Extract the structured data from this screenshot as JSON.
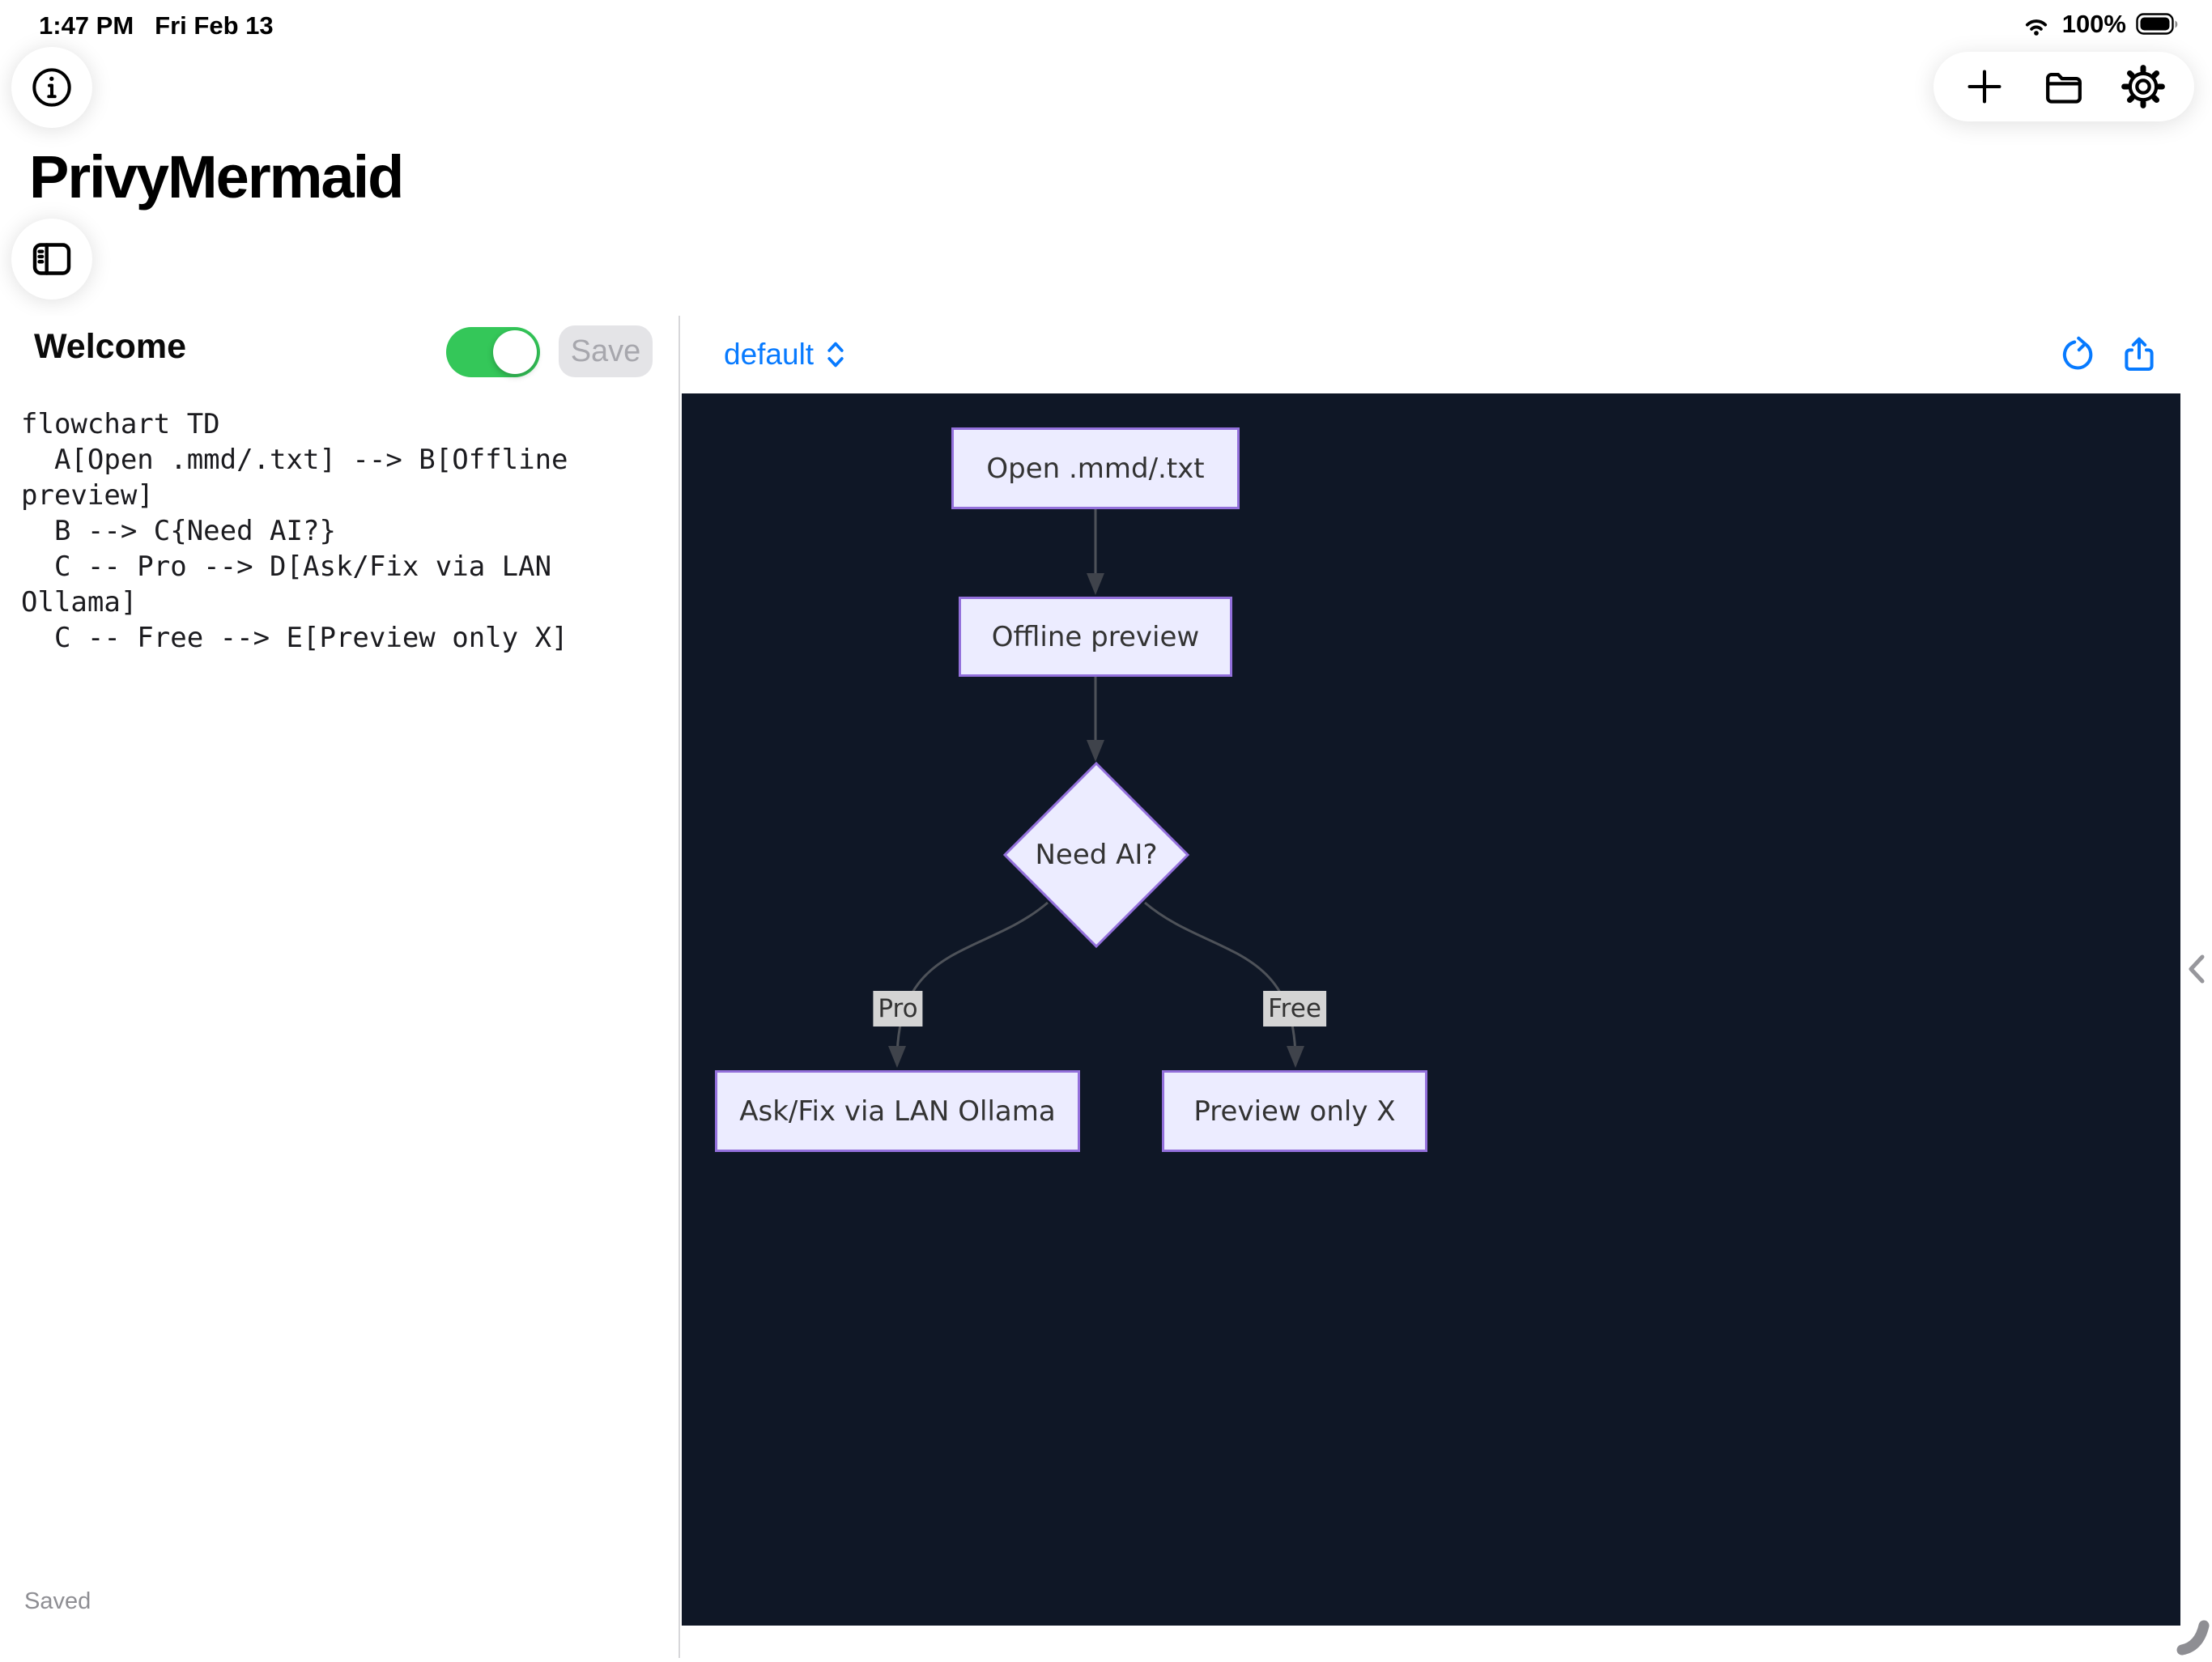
{
  "status_bar": {
    "time": "1:47 PM",
    "date": "Fri Feb 13",
    "battery_percent": "100%"
  },
  "header": {
    "app_title": "PrivyMermaid"
  },
  "document": {
    "title": "Welcome",
    "autosave_toggle_on": true,
    "save_label": "Save",
    "status": "Saved"
  },
  "editor": {
    "code": "flowchart TD\n  A[Open .mmd/.txt] --> B[Offline preview]\n  B --> C{Need AI?}\n  C -- Pro --> D[Ask/Fix via LAN Ollama]\n  C -- Free --> E[Preview only X]"
  },
  "preview": {
    "theme": "default"
  },
  "diagram": {
    "direction": "TD",
    "nodes": [
      {
        "id": "A",
        "shape": "rect",
        "label": "Open .mmd/.txt"
      },
      {
        "id": "B",
        "shape": "rect",
        "label": "Offline preview"
      },
      {
        "id": "C",
        "shape": "diamond",
        "label": "Need AI?"
      },
      {
        "id": "D",
        "shape": "rect",
        "label": "Ask/Fix via LAN Ollama"
      },
      {
        "id": "E",
        "shape": "rect",
        "label": "Preview only X"
      }
    ],
    "edges": [
      {
        "from": "A",
        "to": "B",
        "label": ""
      },
      {
        "from": "B",
        "to": "C",
        "label": ""
      },
      {
        "from": "C",
        "to": "D",
        "label": "Pro"
      },
      {
        "from": "C",
        "to": "E",
        "label": "Free"
      }
    ]
  },
  "colors": {
    "accent_blue": "#077aff",
    "toggle_green": "#34C759",
    "canvas_background": "#0f1726",
    "node_fill": "#ECECFF",
    "node_border": "#9370DB",
    "node_text": "#333333",
    "edge_line": "#4e5259",
    "edge_label_background": "#d4d4d4",
    "disabled_button_bg": "#e4e4e7",
    "muted_text": "#8e8e93"
  }
}
